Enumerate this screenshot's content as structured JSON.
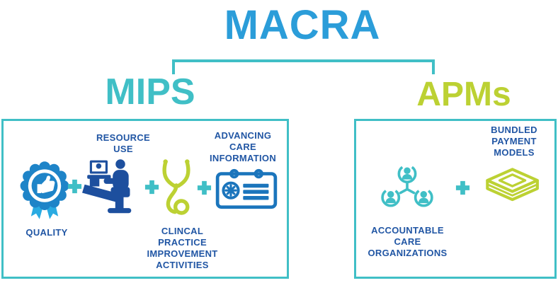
{
  "title": "MACRA",
  "colors": {
    "macra_blue": "#2B9DD9",
    "teal": "#40BFC6",
    "apm_green": "#BCD133",
    "label_blue": "#2156A4",
    "icon_blue": "#1B75BC",
    "icon_dark_blue": "#1D4F9E",
    "ribbon_light_blue": "#2AABE2"
  },
  "branches": {
    "mips": {
      "label": "MIPS",
      "plus": "+",
      "items": [
        {
          "label": "QUALITY",
          "icon": "award-badge-thumbs-up"
        },
        {
          "label": "RESOURCE\nUSE",
          "icon": "person-exam-chair-computer"
        },
        {
          "label": "CLINCAL\nPRACTICE\nIMPROVEMENT\nACTIVITIES",
          "icon": "stethoscope"
        },
        {
          "label": "ADVANCING\nCARE\nINFORMATION",
          "icon": "health-record-card"
        }
      ]
    },
    "apms": {
      "label": "APMs",
      "plus": "+",
      "items": [
        {
          "label": "ACCOUNTABLE\nCARE\nORGANIZATIONS",
          "icon": "people-network"
        },
        {
          "label": "BUNDLED\nPAYMENT\nMODELS",
          "icon": "money-stack"
        }
      ]
    }
  }
}
